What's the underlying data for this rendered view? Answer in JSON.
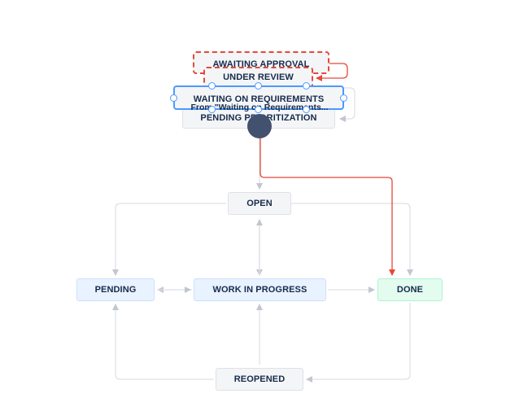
{
  "diagram": {
    "statuses": {
      "open": "OPEN",
      "pending": "PENDING",
      "work_in_progress": "WORK IN PROGRESS",
      "done": "DONE",
      "reopened": "REOPENED",
      "pending_prioritization": "PENDING PRIORITIZATION",
      "awaiting_approval": "AWAITING APPROVAL",
      "under_review": "UNDER REVIEW",
      "waiting_on_requirements": "WAITING ON REQUIREMENTS"
    },
    "transition_label": "From \"Waiting on Requirements...",
    "colors": {
      "todo_fill": "#f4f5f7",
      "in_progress_fill": "#e9f2ff",
      "done_fill": "#e3fcef",
      "connector": "#dfe1e6",
      "highlight_red": "#e5493a",
      "selection_blue": "#4c9aff",
      "start_node": "#42526e",
      "text": "#172b4d"
    }
  }
}
